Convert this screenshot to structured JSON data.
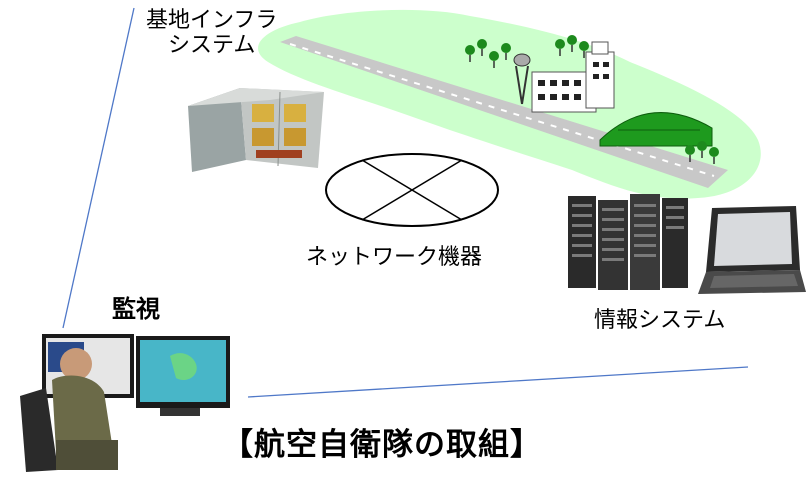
{
  "labels": {
    "infra_line1": "基地インフラ",
    "infra_line2": "システム",
    "network": "ネットワーク機器",
    "info_system": "情報システム",
    "monitoring": "監視",
    "jasdf": "【航空自衛隊の取組】"
  },
  "icons": [
    "airbase-illustration",
    "electrical-cabinet-icon",
    "network-device-icon",
    "server-rack-icon",
    "laptop-icon",
    "operator-workstation-icon"
  ],
  "colors": {
    "grass": "#ccffcc",
    "runway": "#c8c8c8",
    "hangar": "#1e9a1e",
    "frame_line": "#4f78c8"
  }
}
